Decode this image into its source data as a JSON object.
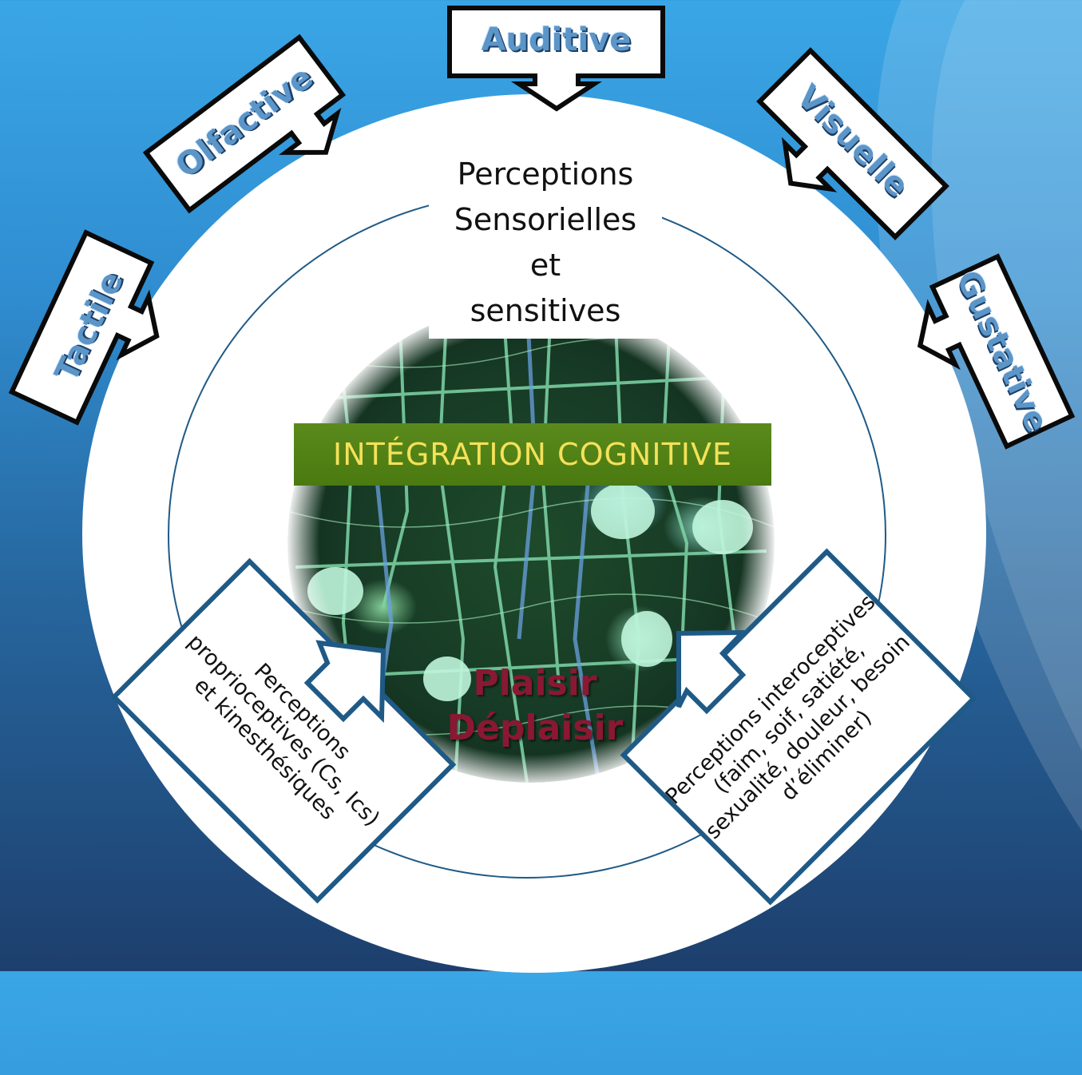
{
  "center": {
    "title_lines": [
      "Perceptions",
      "Sensorielles",
      "et",
      "sensitives"
    ],
    "integration": "INTÉGRATION COGNITIVE",
    "pleasure": "Plaisir",
    "displeasure": "Déplaisir"
  },
  "senses": {
    "auditive": "Auditive",
    "olfactive": "Olfactive",
    "visuelle": "Visuelle",
    "tactile": "Tactile",
    "gustative": "Gustative"
  },
  "proprioceptive": {
    "lines": [
      "Perceptions",
      "proprioceptives (Cs, Ics)",
      "et kinesthésiques"
    ]
  },
  "interoceptive": {
    "lines": [
      "Perceptions interoceptives",
      "(faim, soif, satiété,",
      "sexualité, douleur, besoin",
      "d’éliminer)"
    ]
  },
  "colors": {
    "background_top": "#3aa6e6",
    "background_bottom": "#1d3f6d",
    "integration_band": "#4a7a10",
    "integration_text": "#f4e15a",
    "pleasure_text": "#8a1832",
    "sense_label": "#5c95c8",
    "callout_border": "#1f5a86"
  }
}
